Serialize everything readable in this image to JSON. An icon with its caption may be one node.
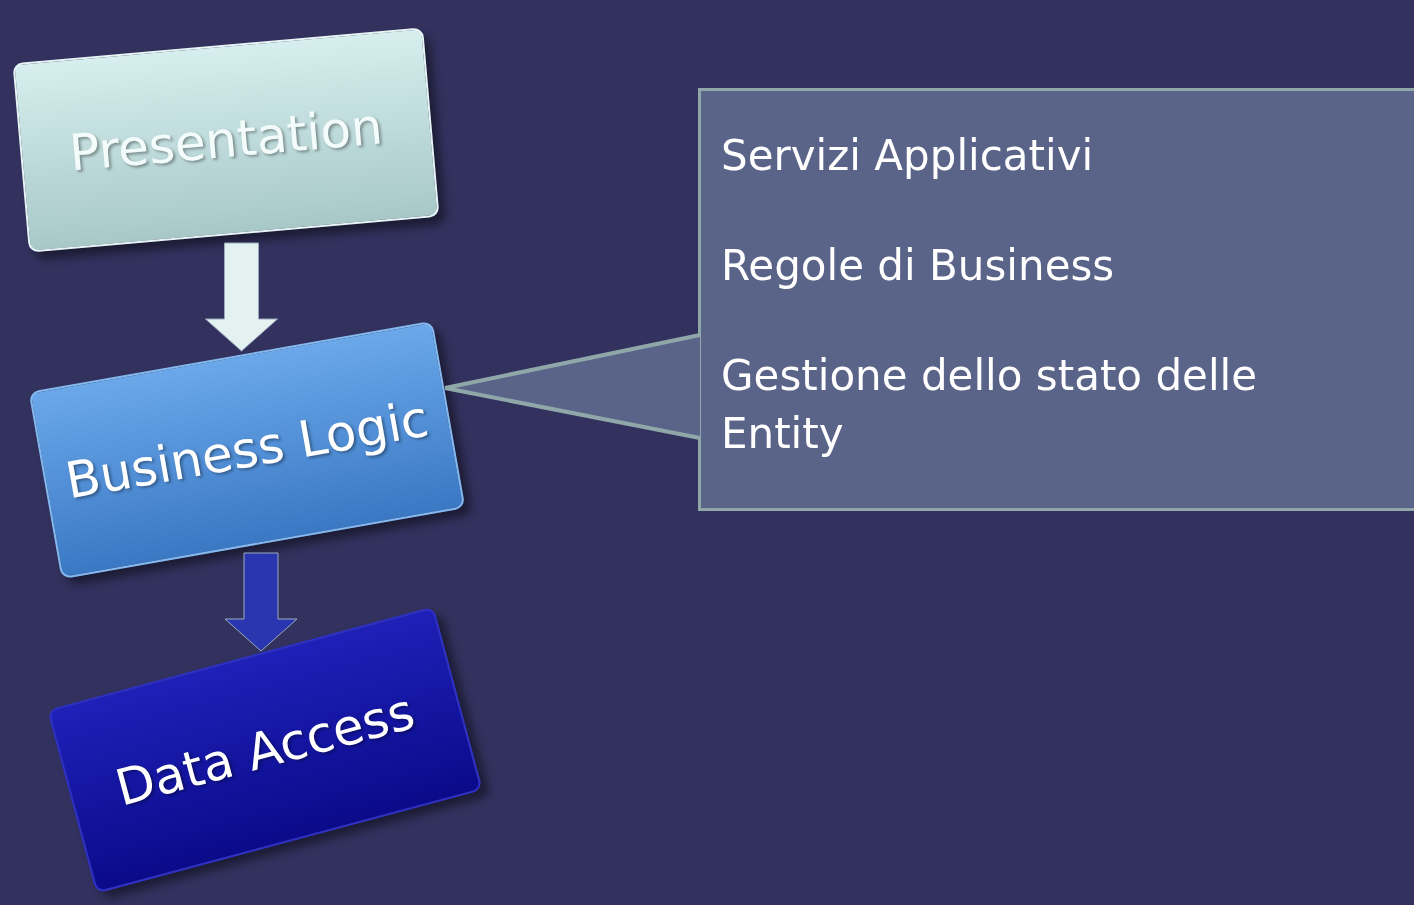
{
  "diagram": {
    "nodes": [
      {
        "text": [
          "Presentation"
        ]
      },
      {
        "text": [
          "Business Logic"
        ]
      },
      {
        "text": [
          "Data Access"
        ]
      },
      {
        "text": [
          "Servizi Applicativi",
          "Regole di Business",
          "Gestione dello stato delle Entity"
        ]
      }
    ],
    "edges": [
      {
        "from": 0,
        "to": 1,
        "arrow": "to",
        "style": "thick",
        "color": "#e4f1f1"
      },
      {
        "from": 1,
        "to": 2,
        "arrow": "to",
        "style": "thick",
        "color": "#2a36b0"
      },
      {
        "from": 3,
        "to": 1,
        "arrow": "none"
      }
    ]
  }
}
